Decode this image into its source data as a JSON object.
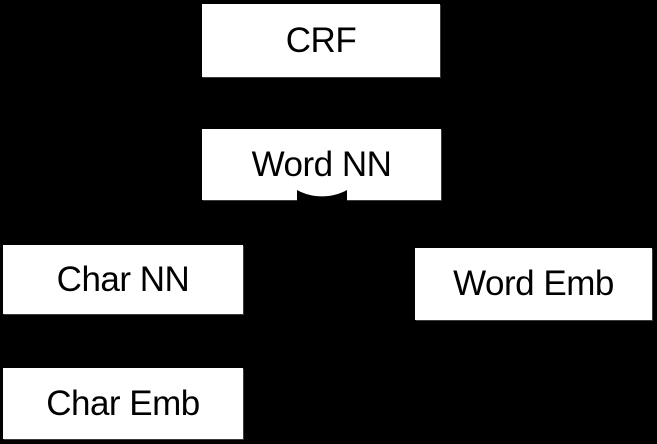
{
  "diagram": {
    "background_color": "#000000",
    "node_fill_color": "#ffffff",
    "node_text_color": "#000000",
    "arrow_color": "#000000",
    "nodes": [
      {
        "id": "crf",
        "label": "CRF"
      },
      {
        "id": "word-nn",
        "label": "Word NN"
      },
      {
        "id": "char-nn",
        "label": "Char NN"
      },
      {
        "id": "word-emb",
        "label": "Word Emb"
      },
      {
        "id": "char-emb",
        "label": "Char Emb"
      }
    ],
    "arrowhead": {
      "target": "Word NN",
      "direction": "up"
    }
  }
}
